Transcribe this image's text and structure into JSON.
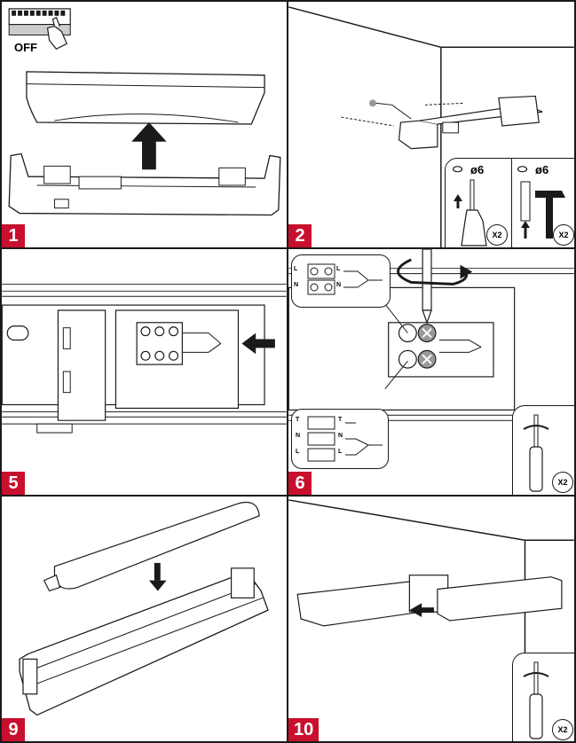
{
  "panels": [
    {
      "step": "1",
      "off_label": "OFF"
    },
    {
      "step": "2",
      "drill": {
        "diameter": "ø6",
        "count": "X2"
      },
      "hammer": {
        "diameter": "ø6",
        "count": "X2"
      }
    },
    {
      "step": "5"
    },
    {
      "step": "6",
      "top_terminals": [
        "L",
        "N",
        "L",
        "N"
      ],
      "bottom_terminals": [
        "T",
        "N",
        "L",
        "T",
        "N",
        "L"
      ],
      "screwdriver_count": "X2"
    },
    {
      "step": "9"
    },
    {
      "step": "10",
      "screwdriver_count": "X2"
    }
  ],
  "colors": {
    "step_badge": "#c8102e",
    "line": "#1a1a1a",
    "screw": "#999999"
  },
  "icons": [
    "power-switch-icon",
    "hand-icon",
    "arrow-up-icon",
    "arrow-left-icon",
    "arrow-down-icon",
    "rotate-icon",
    "screwdriver-icon",
    "drill-icon",
    "hammer-icon",
    "wall-plug-icon"
  ]
}
